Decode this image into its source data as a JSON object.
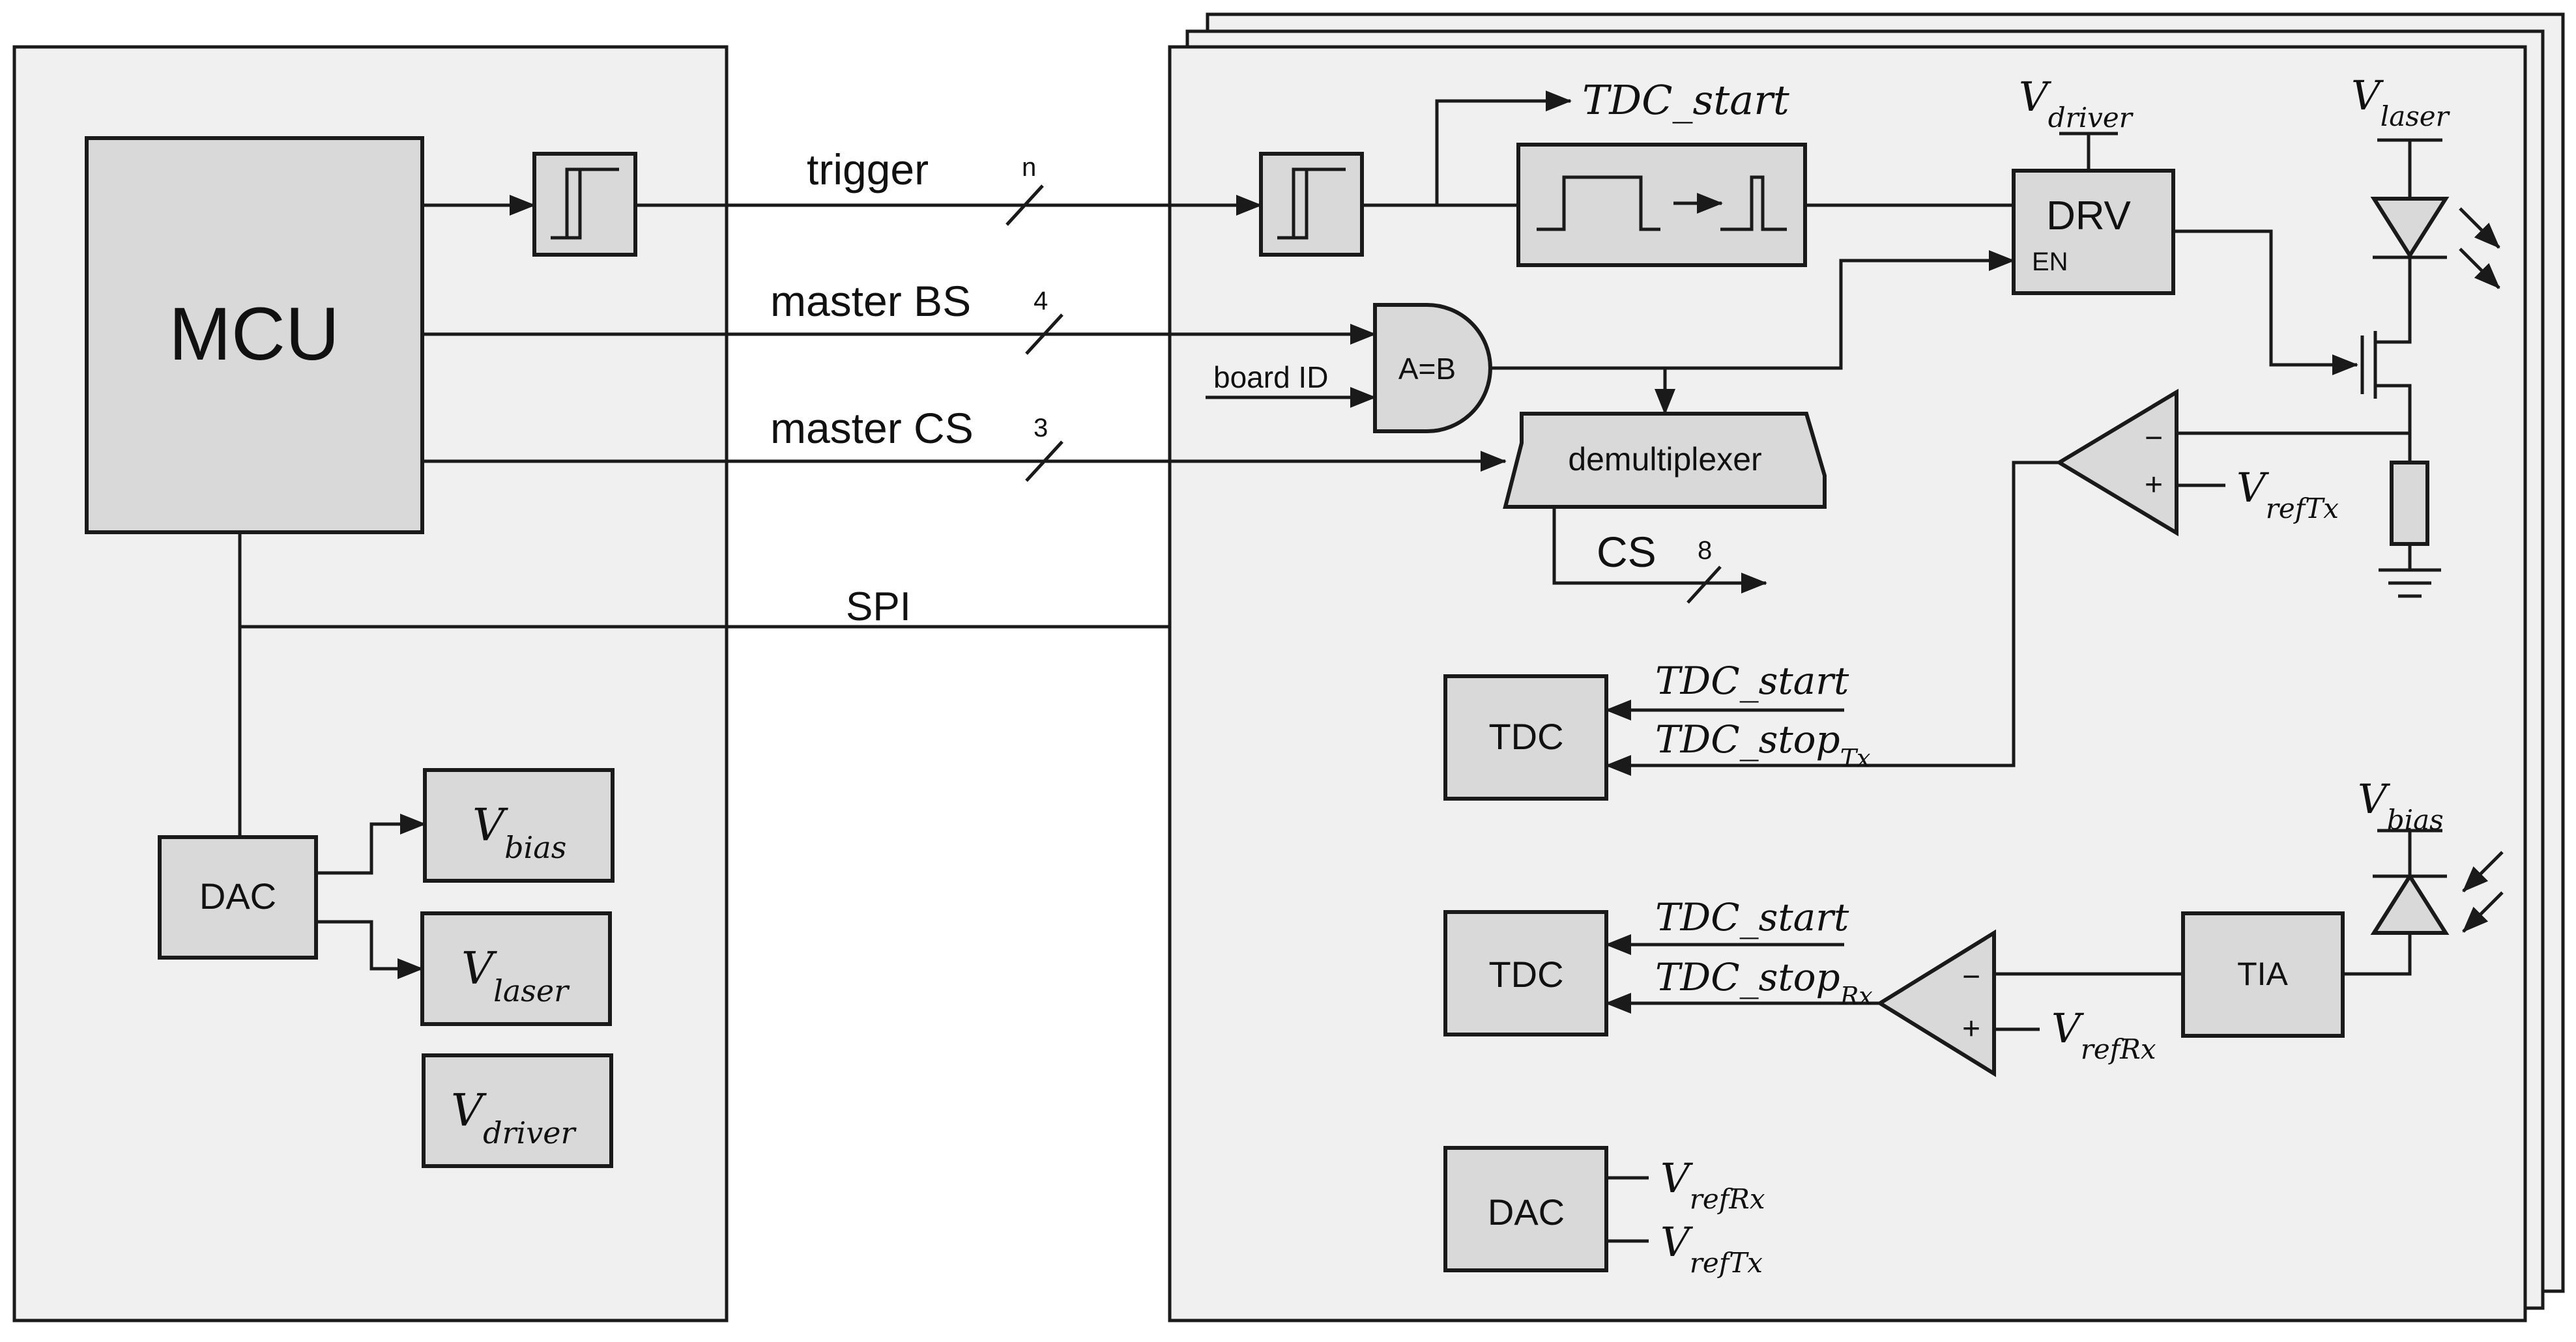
{
  "mcu_board": {
    "mcu_label": "MCU",
    "dac_label": "DAC",
    "outputs": [
      {
        "main": "V",
        "sub": "bias"
      },
      {
        "main": "V",
        "sub": "laser"
      },
      {
        "main": "V",
        "sub": "driver"
      }
    ]
  },
  "buses": {
    "trigger": {
      "label": "trigger",
      "width": "n"
    },
    "master_bs": {
      "label": "master BS",
      "width": "4"
    },
    "master_cs": {
      "label": "master CS",
      "width": "3"
    },
    "spi": {
      "label": "SPI"
    },
    "cs_out": {
      "label": "CS",
      "width": "8"
    }
  },
  "channel_board": {
    "tdc_start_out": "TDC_start",
    "driver_supply": {
      "main": "V",
      "sub": "driver"
    },
    "laser_supply": {
      "main": "V",
      "sub": "laser"
    },
    "drv_label": "DRV",
    "en_label": "EN",
    "comparator_label": "A=B",
    "board_id_label": "board ID",
    "demux_label": "demultiplexer",
    "minus_sign": "−",
    "plus_sign": "+",
    "vref_tx": {
      "main": "V",
      "sub": "refTx"
    },
    "vref_rx": {
      "main": "V",
      "sub": "refRx"
    },
    "tdc_tx": {
      "label": "TDC",
      "start": "TDC_start",
      "stop_main": "TDC_stop",
      "stop_sub": "Tx"
    },
    "tdc_rx": {
      "label": "TDC",
      "start": "TDC_start",
      "stop_main": "TDC_stop",
      "stop_sub": "Rx"
    },
    "bias_supply": {
      "main": "V",
      "sub": "bias"
    },
    "tia_label": "TIA",
    "dac_label": "DAC",
    "dac_outputs": [
      {
        "main": "V",
        "sub": "refRx"
      },
      {
        "main": "V",
        "sub": "refTx"
      }
    ]
  },
  "colors": {
    "panel": "#f0f0f0",
    "block": "#d9d9d9",
    "line": "#1a1a1a"
  }
}
